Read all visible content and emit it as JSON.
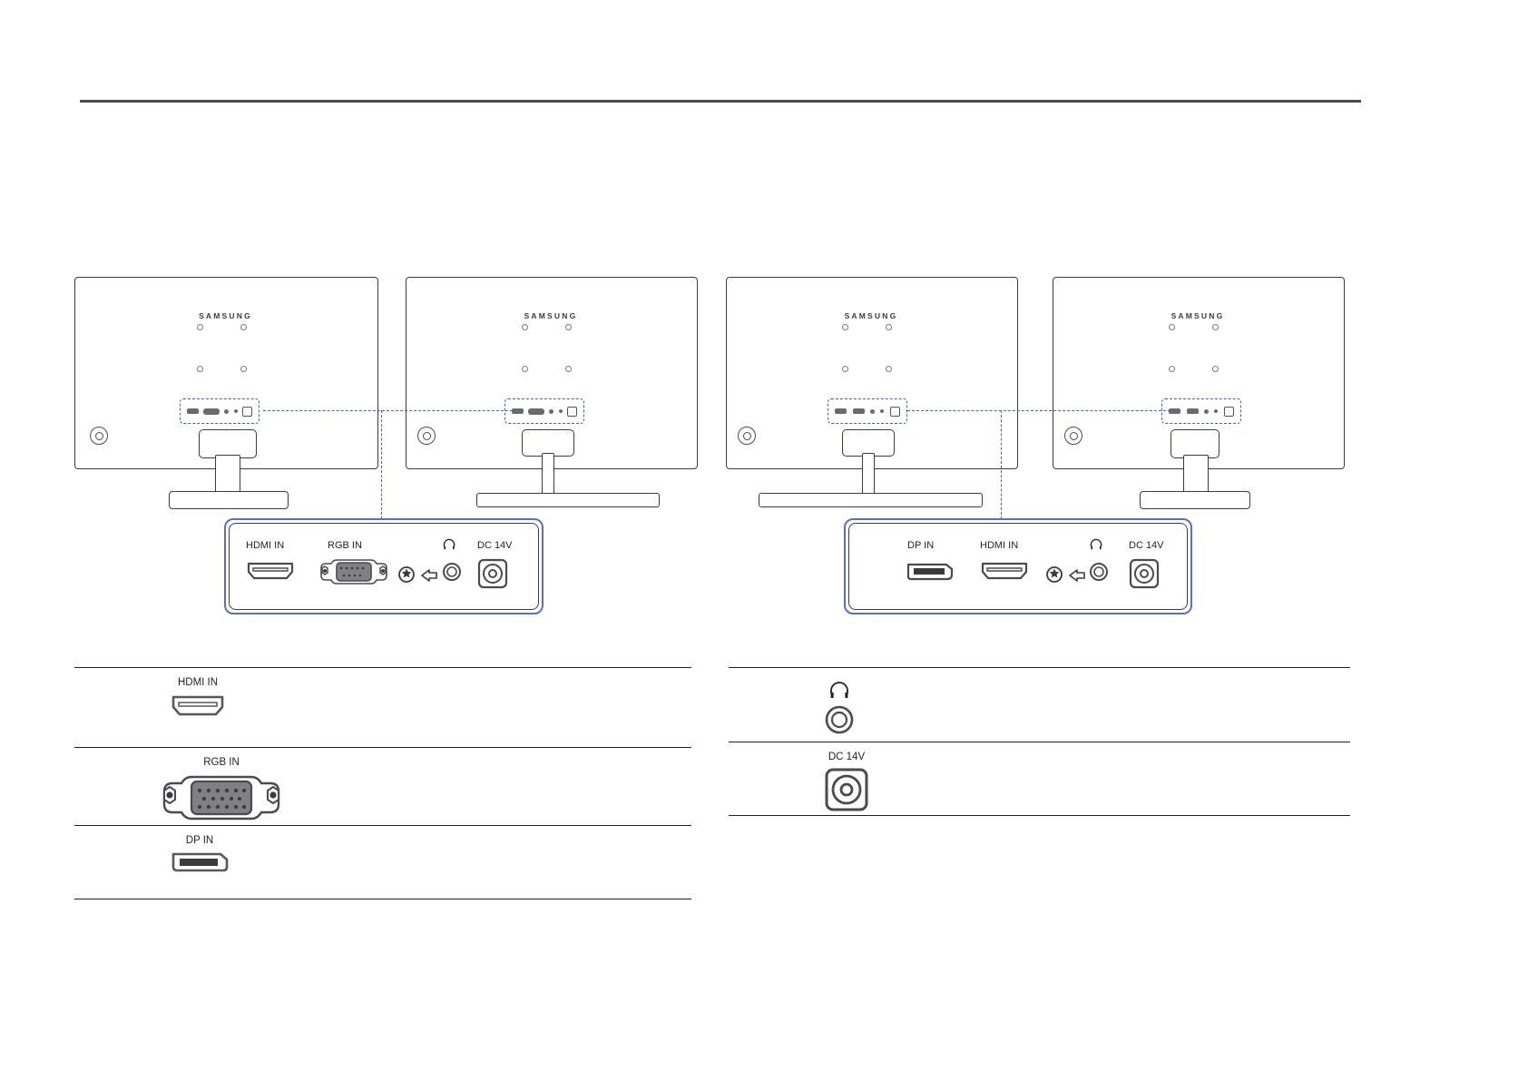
{
  "page": {
    "brand": "SAMSUNG"
  },
  "monitors": [
    {
      "id": "monitor-1",
      "brand": "SAMSUNG",
      "variant": "hdmi-rgb"
    },
    {
      "id": "monitor-2",
      "brand": "SAMSUNG",
      "variant": "hdmi-rgb"
    },
    {
      "id": "monitor-3",
      "brand": "SAMSUNG",
      "variant": "dp-hdmi"
    },
    {
      "id": "monitor-4",
      "brand": "SAMSUNG",
      "variant": "dp-hdmi"
    }
  ],
  "callouts": [
    {
      "id": "callout-left",
      "ports": [
        {
          "name": "hdmi-in",
          "label": "HDMI IN",
          "icon": "hdmi-port-icon"
        },
        {
          "name": "rgb-in",
          "label": "RGB IN",
          "icon": "vga-port-icon"
        },
        {
          "name": "kensington-lock",
          "label": "",
          "icon": "kensington-lock-icon"
        },
        {
          "name": "arrow-marker",
          "label": "",
          "icon": "left-arrow-icon"
        },
        {
          "name": "headphone-out",
          "label": "(headphone)",
          "icon": "headphone-icon"
        },
        {
          "name": "dc-power-in",
          "label": "DC 14V",
          "icon": "dc-jack-icon"
        }
      ]
    },
    {
      "id": "callout-right",
      "ports": [
        {
          "name": "dp-in",
          "label": "DP IN",
          "icon": "displayport-icon"
        },
        {
          "name": "hdmi-in",
          "label": "HDMI IN",
          "icon": "hdmi-port-icon"
        },
        {
          "name": "kensington-lock",
          "label": "",
          "icon": "kensington-lock-icon"
        },
        {
          "name": "arrow-marker",
          "label": "",
          "icon": "left-arrow-icon"
        },
        {
          "name": "headphone-out",
          "label": "",
          "icon": "headphone-icon"
        },
        {
          "name": "dc-power-in",
          "label": "DC 14V",
          "icon": "dc-jack-icon"
        }
      ]
    }
  ],
  "tables": {
    "left": {
      "rows": [
        {
          "name": "hdmi-in",
          "label": "HDMI IN",
          "icon": "hdmi-port-icon"
        },
        {
          "name": "rgb-in",
          "label": "RGB IN",
          "icon": "vga-port-icon"
        },
        {
          "name": "dp-in",
          "label": "DP IN",
          "icon": "displayport-icon"
        }
      ]
    },
    "right": {
      "rows": [
        {
          "name": "headphone-out",
          "label": "",
          "icon": "headphone-jack-icon"
        },
        {
          "name": "dc-power-in",
          "label": "DC 14V",
          "icon": "dc-jack-icon"
        }
      ]
    }
  },
  "colors": {
    "callout_border": "#5670c8",
    "dash_blue": "#3b5fd0",
    "outline": "#3b3b3e",
    "rule": "#4a4a4f",
    "connector_fill": "#808085"
  }
}
